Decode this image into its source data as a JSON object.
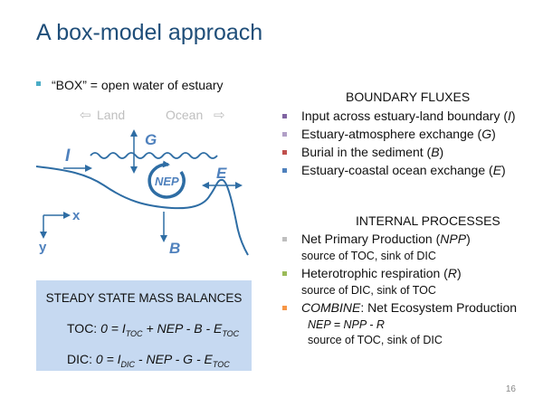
{
  "slide": {
    "title": "A box-model approach",
    "bullet": "“BOX” =  open water of estuary",
    "page_number": "16"
  },
  "diagram": {
    "land_label": "Land",
    "ocean_label": "Ocean",
    "g_label": "G",
    "i_label": "I",
    "nep_label": "NEP",
    "e_label": "E",
    "b_label": "B",
    "x_label": "x",
    "y_label": "y",
    "text_color": "#4f81bd",
    "line_color": "#2e6da4"
  },
  "boundary": {
    "heading": "BOUNDARY FLUXES",
    "items": [
      {
        "text": "Input across estuary-land boundary (",
        "var": "I",
        "tail": ")",
        "color": "#8064a2"
      },
      {
        "text": "Estuary-atmosphere exchange (",
        "var": "G",
        "tail": ")",
        "color": "#b1a0c7"
      },
      {
        "text": "Burial in the sediment (",
        "var": "B",
        "tail": ")",
        "color": "#c0504d"
      },
      {
        "text": "Estuary-coastal ocean exchange (",
        "var": "E",
        "tail": ")",
        "color": "#4f81bd"
      }
    ]
  },
  "internal": {
    "heading": "INTERNAL PROCESSES",
    "npp": {
      "text": "Net Primary Production (",
      "var": "NPP",
      "tail": ")",
      "sub": "source of TOC, sink of DIC",
      "color": "#bfbfbf"
    },
    "resp": {
      "text": "Heterotrophic respiration (",
      "var": "R",
      "tail": ")",
      "sub": "source of DIC, sink of TOC",
      "color": "#9bbb59"
    },
    "combine": {
      "var": "COMBINE",
      "text": ": Net Ecosystem Production",
      "eq": "NEP = NPP - R",
      "sub": "source of TOC, sink of DIC",
      "color": "#f79646"
    }
  },
  "balances": {
    "heading": "STEADY STATE MASS BALANCES",
    "toc": {
      "label": "TOC: ",
      "zero": "0 = I",
      "s1": "TOC",
      "mid": " + NEP - B - E",
      "s2": "TOC"
    },
    "dic": {
      "label": "DIC: ",
      "zero": "0 = I",
      "s1": "DIC",
      "mid": " - NEP - G - E",
      "s2": "TOC"
    }
  }
}
